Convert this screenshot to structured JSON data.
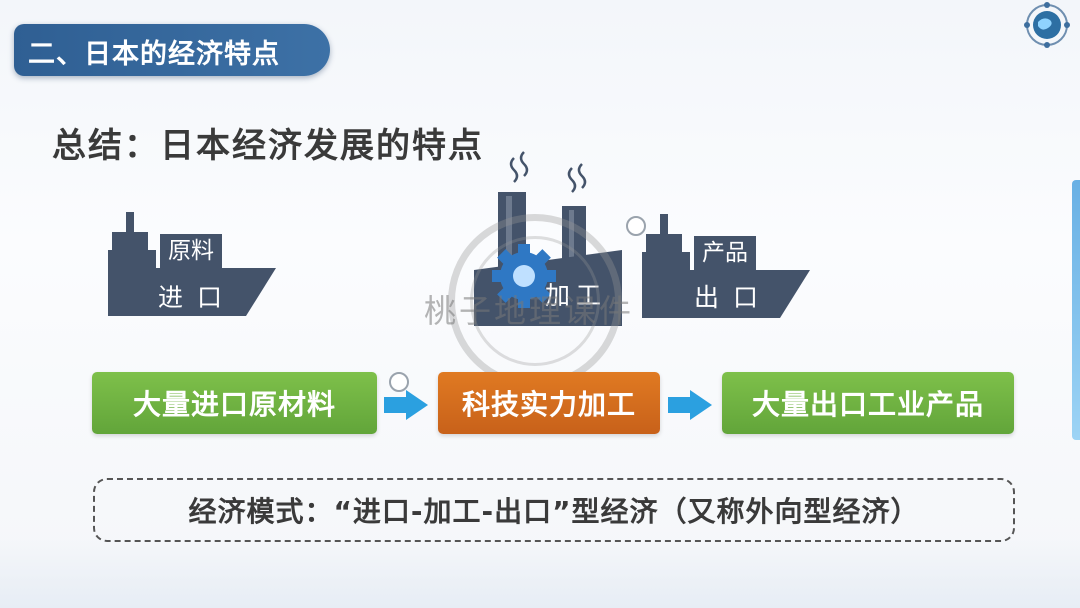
{
  "section": {
    "label": "二、日本的经济特点"
  },
  "summary": {
    "title": "总结：日本经济发展的特点"
  },
  "import_ship": {
    "cargo_label": "原料",
    "hull_label": "进口"
  },
  "factory": {
    "label": "加工"
  },
  "export_ship": {
    "cargo_label": "产品",
    "hull_label": "出口"
  },
  "flow": {
    "step1": "大量进口原材料",
    "step2": "科技实力加工",
    "step3": "大量出口工业产品"
  },
  "mode": {
    "text": "经济模式：“进口-加工-出口”型经济（又称外向型经济）"
  },
  "watermark": {
    "text": "桃子地理课件"
  },
  "colors": {
    "section_tag": "#346699",
    "green": "#6db043",
    "orange": "#d46c1e",
    "dark": "#44536a",
    "arrow": "#2ba0e0"
  }
}
